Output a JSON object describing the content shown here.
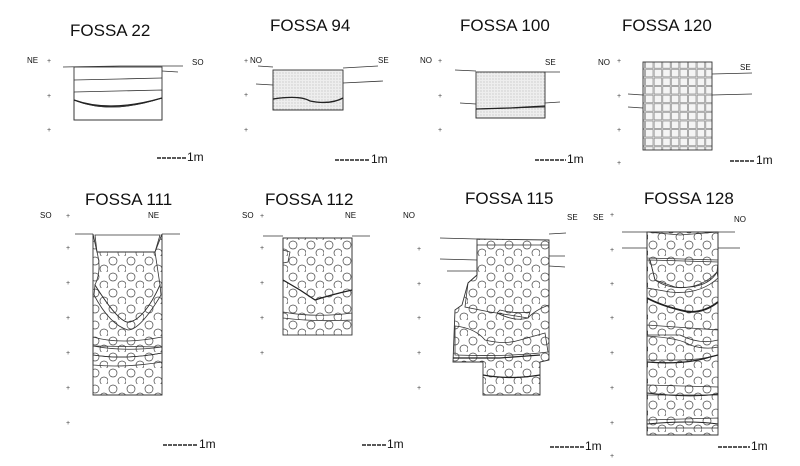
{
  "sections": [
    {
      "title": "FOSSA 22",
      "left": "NE",
      "right": "SO",
      "scale": "1m"
    },
    {
      "title": "FOSSA 94",
      "left": "NO",
      "right": "SE",
      "scale": "1m"
    },
    {
      "title": "FOSSA 100",
      "left": "NO",
      "right": "SE",
      "scale": "1m"
    },
    {
      "title": "FOSSA 120",
      "left": "NO",
      "right": "SE",
      "scale": "1m"
    },
    {
      "title": "FOSSA 111",
      "left": "SO",
      "right": "NE",
      "scale": "1m"
    },
    {
      "title": "FOSSA 112",
      "left": "SO",
      "right": "NE",
      "scale": "1m"
    },
    {
      "title": "FOSSA 115",
      "left": "NO",
      "right": "SE",
      "scale": "1m"
    },
    {
      "title": "FOSSA 128",
      "left": "SE",
      "right": "NO",
      "scale": "1m"
    }
  ],
  "colors": {
    "line": "#333333",
    "stipple": "#e6e6e6",
    "dark_fill": "#a8a8a8"
  }
}
